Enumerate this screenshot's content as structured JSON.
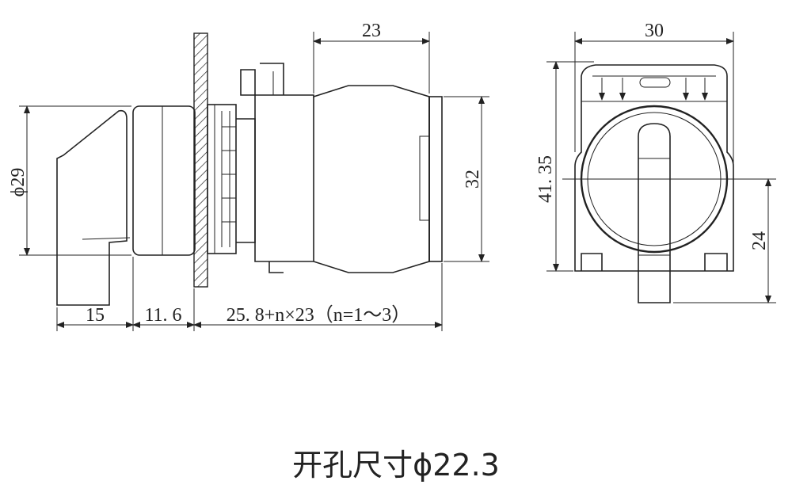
{
  "dimensions": {
    "top_width_side": "23",
    "top_width_front": "30",
    "diameter": "ϕ29",
    "body_height": "32",
    "front_height": "41. 35",
    "center_offset": "24",
    "bottom_knob": "15",
    "bottom_bezel": "11. 6",
    "bottom_body": "25. 8+n×23（n=1～3）"
  },
  "caption": "开孔尺寸ϕ22.3"
}
